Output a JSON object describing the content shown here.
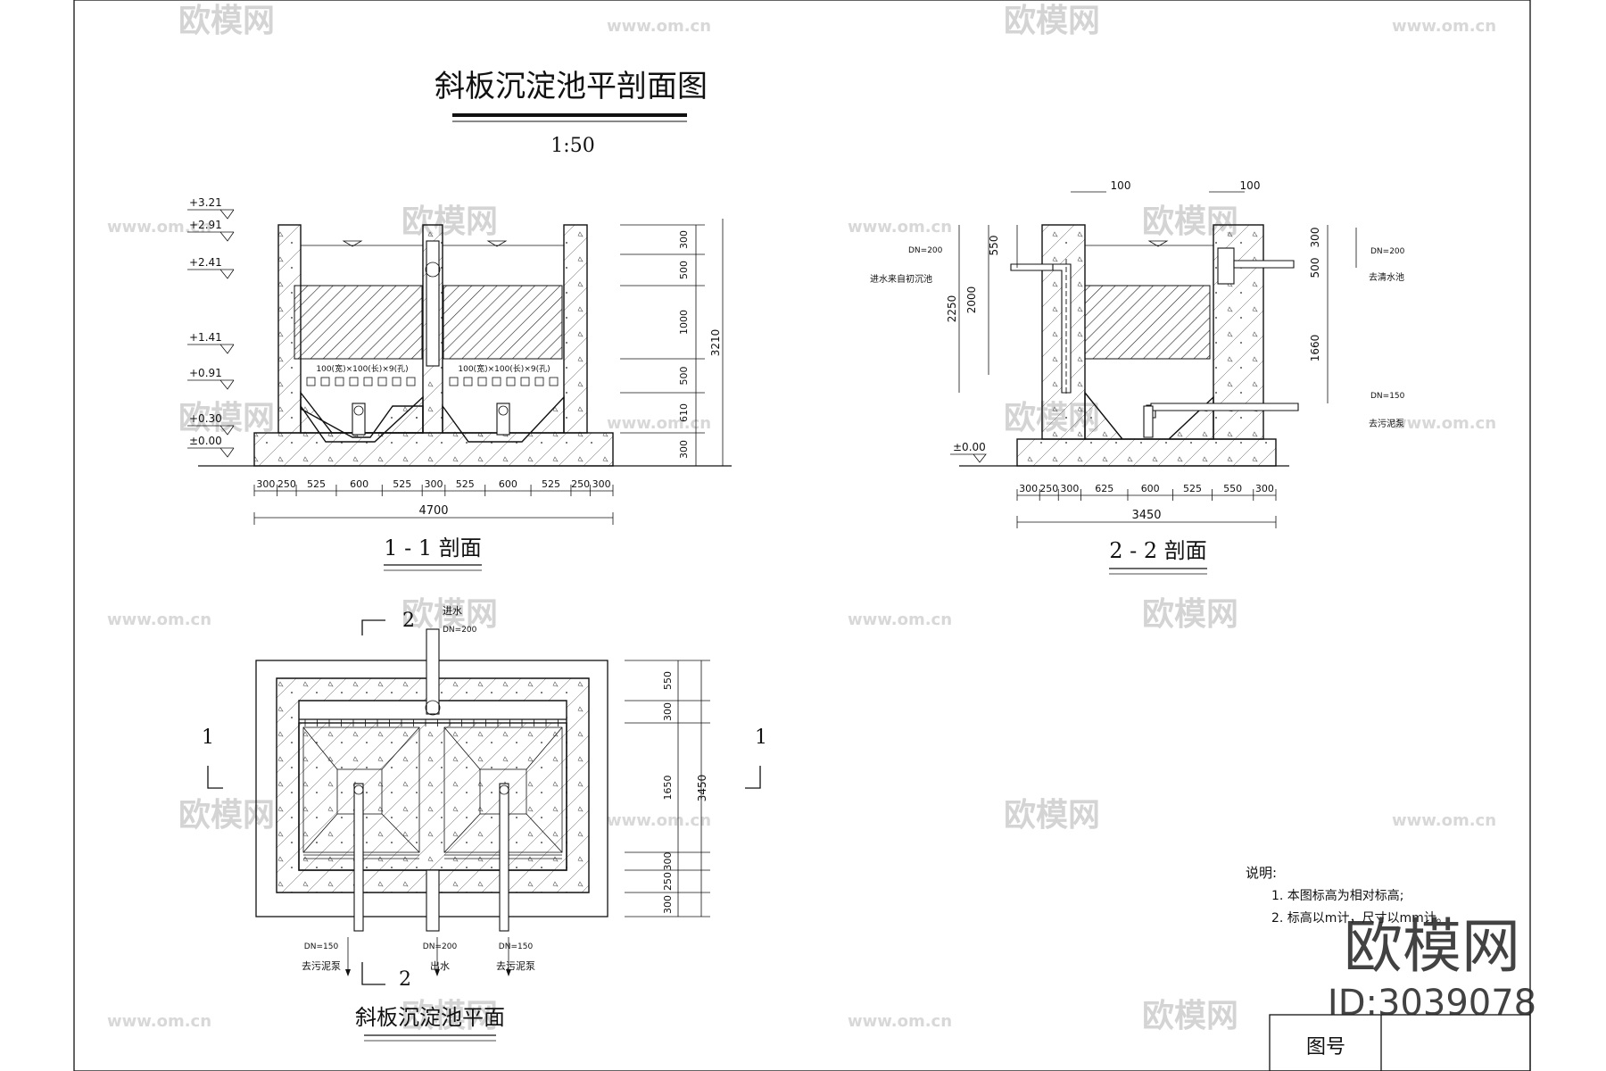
{
  "drawing": {
    "title": "斜板沉淀池平剖面图",
    "scale": "1:50"
  },
  "section11": {
    "title": "1 - 1 剖面",
    "elevations": [
      "+3.21",
      "+2.91",
      "+2.41",
      "+1.41",
      "+0.91",
      "+0.30",
      "±0.00"
    ],
    "right_dims": [
      "300",
      "500",
      "1000",
      "500",
      "610",
      "300"
    ],
    "right_total": "3210",
    "plate_label": "100(宽)×100(长)×9(孔)",
    "bottom_dims": [
      "300",
      "250",
      "525",
      "600",
      "525",
      "300",
      "525",
      "600",
      "525",
      "250",
      "300"
    ],
    "bottom_total": "4700"
  },
  "section22": {
    "title": "2 - 2 剖面",
    "top_dims": [
      "100",
      "100"
    ],
    "left_dims": [
      "550",
      "2000",
      "2250"
    ],
    "right_dims": [
      "300",
      "500",
      "1660"
    ],
    "inlet_dn": "DN=200",
    "inlet_label": "进水来自初沉池",
    "outlet_dn_top": "DN=200",
    "outlet_top_label": "去清水池",
    "sludge_dn": "DN=150",
    "sludge_label": "去污泥泵",
    "elevation": "±0.00",
    "bottom_dims": [
      "300",
      "250",
      "300",
      "625",
      "600",
      "525",
      "550",
      "300"
    ],
    "bottom_total": "3450"
  },
  "plan": {
    "title": "斜板沉淀池平面",
    "section_marks": [
      "1",
      "1",
      "2",
      "2"
    ],
    "inlet_label": "进水",
    "inlet_dn": "DN=200",
    "right_dims": [
      "550",
      "300",
      "1650",
      "300",
      "250",
      "300"
    ],
    "right_total": "3450",
    "bottom_pipes": [
      {
        "dn": "DN=150",
        "label": "去污泥泵"
      },
      {
        "dn": "DN=200",
        "label": "出水"
      },
      {
        "dn": "DN=150",
        "label": "去污泥泵"
      }
    ]
  },
  "notes": {
    "heading": "说明:",
    "items": [
      "1. 本图标高为相对标高;",
      "2. 标高以m计，尺寸以mm计。"
    ]
  },
  "title_block": {
    "label": "图号"
  },
  "watermark": {
    "brand": "欧模网",
    "url": "www.om.cn",
    "id": "ID:3039078"
  }
}
